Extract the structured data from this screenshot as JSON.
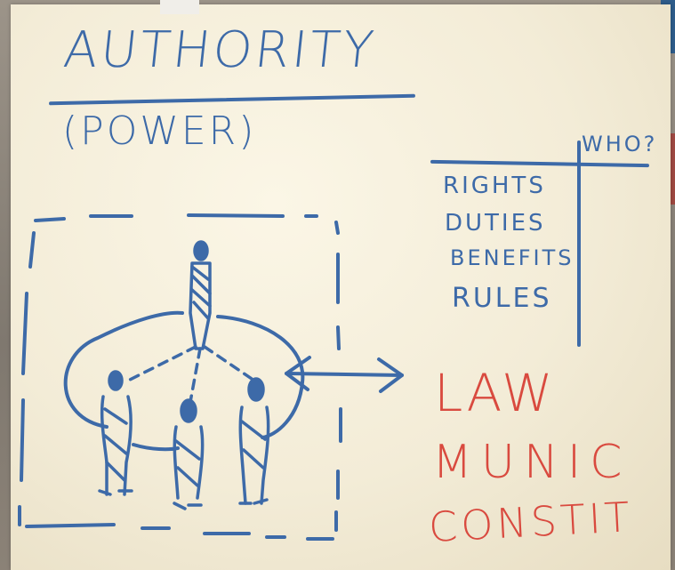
{
  "board": {
    "title": "AUTHORITY",
    "subtitle": "(POWER)",
    "column_header": "WHO?",
    "items": [
      "RIGHTS",
      "DUTIES",
      "BENEFITS",
      "RULES"
    ],
    "red_items": [
      "LAW",
      "MUNIC",
      "CONSTIT"
    ]
  },
  "colors": {
    "blue_marker": "#3d6aa8",
    "red_marker": "#d94a3f",
    "paper": "#f3ecd7"
  }
}
